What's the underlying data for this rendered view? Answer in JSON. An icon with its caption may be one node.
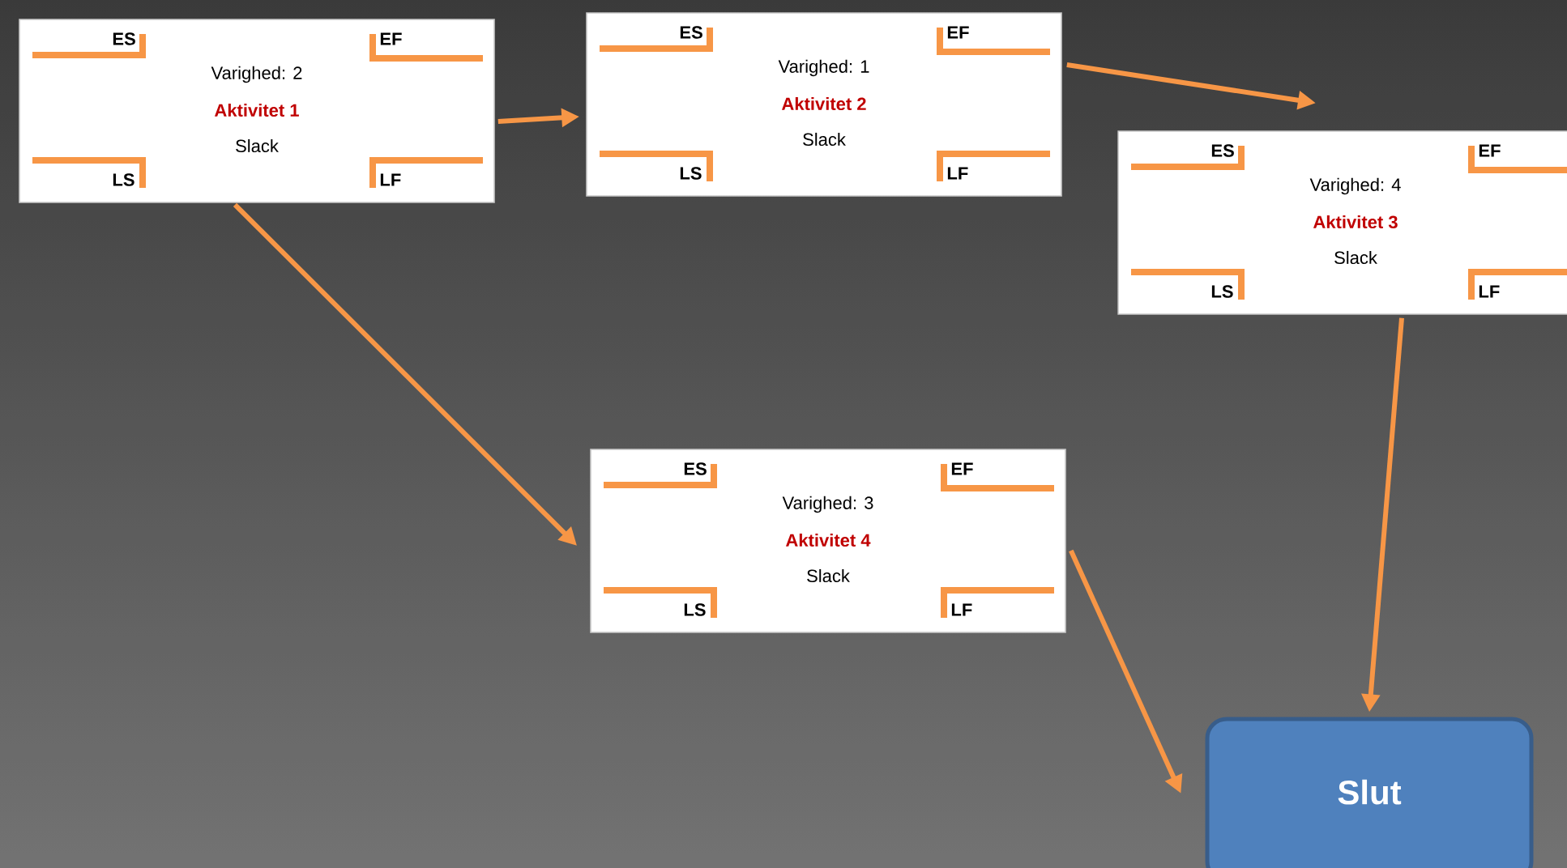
{
  "diagram": {
    "nodes": [
      {
        "text": [
          "ES",
          "EF",
          "Varighed: 2",
          "Aktivitet 1",
          "Slack",
          "LS",
          "LF"
        ]
      },
      {
        "text": [
          "ES",
          "EF",
          "Varighed: 1",
          "Aktivitet 2",
          "Slack",
          "LS",
          "LF"
        ]
      },
      {
        "text": [
          "ES",
          "EF",
          "Varighed: 4",
          "Aktivitet 3",
          "Slack",
          "LS",
          "LF"
        ]
      },
      {
        "text": [
          "ES",
          "EF",
          "Varighed: 3",
          "Aktivitet 4",
          "Slack",
          "LS",
          "LF"
        ]
      },
      {
        "text": [
          "Slut"
        ]
      }
    ],
    "edges": [
      {
        "from": 0,
        "to": 1,
        "arrow": "to"
      },
      {
        "from": 1,
        "to": 2,
        "arrow": "to"
      },
      {
        "from": 0,
        "to": 3,
        "arrow": "to"
      },
      {
        "from": 2,
        "to": 4,
        "arrow": "to"
      },
      {
        "from": 3,
        "to": 4,
        "arrow": "to"
      }
    ]
  }
}
